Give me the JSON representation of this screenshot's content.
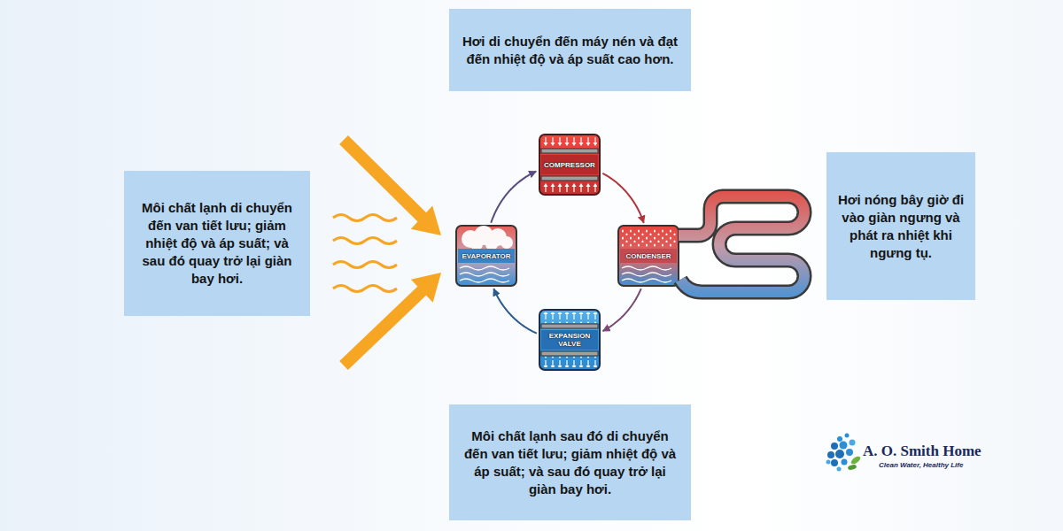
{
  "diagram": {
    "nodes": [
      {
        "text": [
          "Hơi di chuyển đến máy nén và đạt đến nhiệt độ và áp suất cao hơn."
        ]
      },
      {
        "text": [
          "COMPRESSOR"
        ]
      },
      {
        "text": [
          "Hơi nóng bây giờ đi vào giàn ngưng và phát ra nhiệt khi ngưng tụ."
        ]
      },
      {
        "text": [
          "Môi chất lạnh di chuyển đến van tiết lưu; giảm nhiệt độ và áp suất; và sau đó quay trở lại giàn bay hơi."
        ]
      },
      {
        "text": [
          "EVAPORATOR"
        ]
      },
      {
        "text": [
          "CONDENSER"
        ]
      },
      {
        "text": [
          "EXPANSION VALVE"
        ]
      },
      {
        "text": [
          "Môi chất lạnh sau đó di chuyển đến van tiết lưu; giảm nhiệt độ và áp suất; và sau đó quay trở lại giàn bay hơi."
        ]
      }
    ],
    "edges": [
      {
        "from": 1,
        "to": 5,
        "arrow": "to"
      },
      {
        "from": 5,
        "to": 6,
        "arrow": "to"
      },
      {
        "from": 6,
        "to": 4,
        "arrow": "to"
      },
      {
        "from": 4,
        "to": 1,
        "arrow": "to"
      }
    ],
    "labels": [
      "A. O. Smith Home",
      "Clean Water, Healthy Life"
    ]
  }
}
